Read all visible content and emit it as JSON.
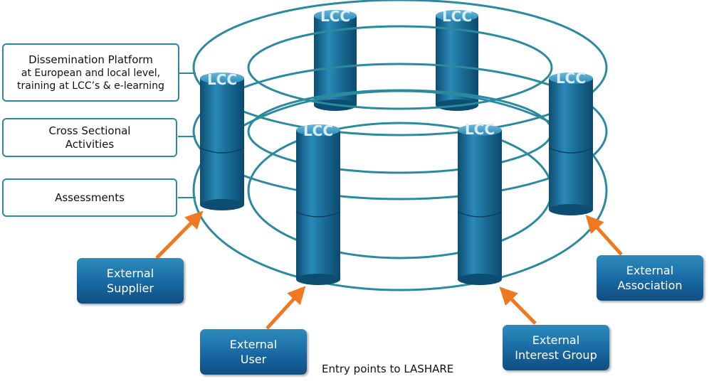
{
  "layers": {
    "top": {
      "title": "Dissemination Platform",
      "lines": [
        "at European and local level,",
        "training at LCC’s & e-learning"
      ]
    },
    "middle": {
      "lines": [
        "Cross Sectional",
        "Activities"
      ]
    },
    "bottom": {
      "lines": [
        "Assessments"
      ]
    }
  },
  "lcc_label": "LCC",
  "external": {
    "supplier": "External\nSupplier",
    "user": "External\nUser",
    "interest_group": "External\nInterest Group",
    "association": "External\nAssociation"
  },
  "caption": "Entry points to LASHARE",
  "colors": {
    "ring": "#2b8a9e",
    "cylinder": "#1b6f98",
    "arrow": "#f07820",
    "box": "#1868a2"
  }
}
